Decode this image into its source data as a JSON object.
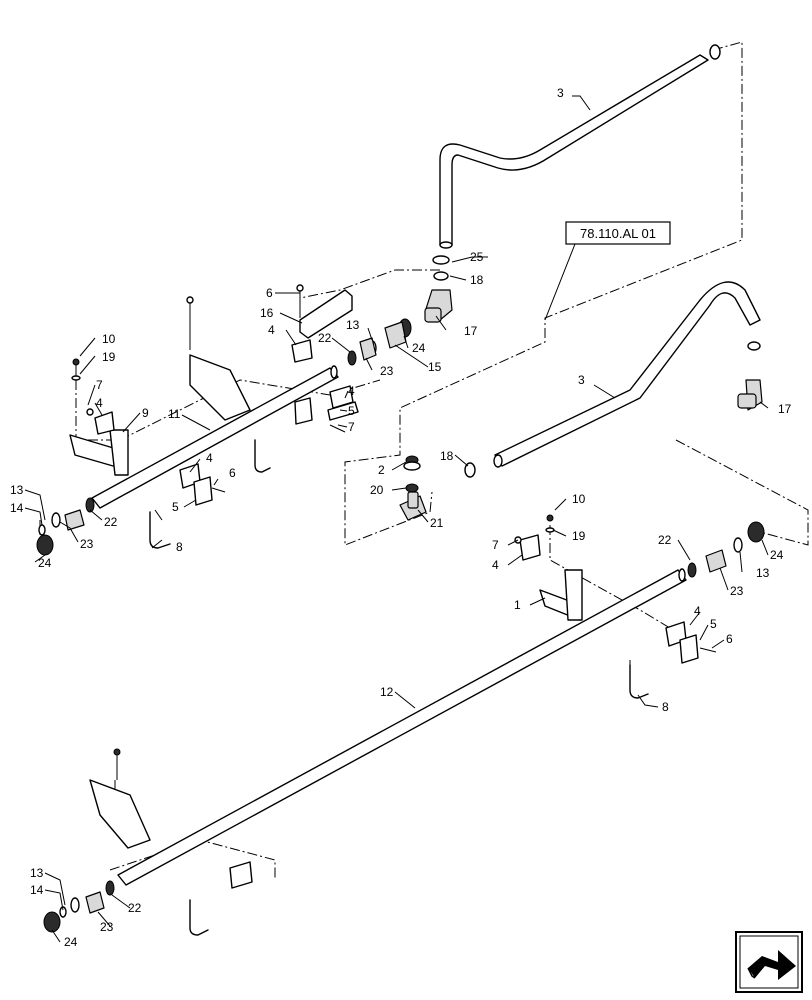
{
  "reference_box": {
    "text": "78.110.AL 01"
  },
  "callouts": {
    "upper": {
      "c3a": "3",
      "c25": "25",
      "c18a": "18",
      "c17a": "17",
      "c6a": "6",
      "c16": "16",
      "c4a": "4",
      "c22a": "22",
      "c13a": "13",
      "c23a": "23",
      "c24a": "24",
      "c15": "15",
      "c4b": "4",
      "c5a": "5",
      "c7a": "7",
      "c10a": "10",
      "c19a": "19",
      "c7b": "7",
      "c4c": "4",
      "c9": "9",
      "c11": "11",
      "c4d": "4",
      "c6b": "6",
      "c5b": "5",
      "c13b": "13",
      "c14a": "14",
      "c22b": "22",
      "c23b": "23",
      "c8a": "8",
      "c24b": "24"
    },
    "middle": {
      "c3b": "3",
      "c17b": "17",
      "c18b": "18",
      "c2": "2",
      "c20": "20",
      "c21": "21"
    },
    "lower": {
      "c10b": "10",
      "c19b": "19",
      "c7c": "7",
      "c4e": "4",
      "c22c": "22",
      "c24c": "24",
      "c23c": "23",
      "c13c": "13",
      "c1": "1",
      "c4f": "4",
      "c5c": "5",
      "c6c": "6",
      "c8b": "8",
      "c12": "12",
      "c13d": "13",
      "c14b": "14",
      "c22d": "22",
      "c23d": "23",
      "c24d": "24"
    }
  },
  "nav_icon": "next-page-arrow-icon"
}
